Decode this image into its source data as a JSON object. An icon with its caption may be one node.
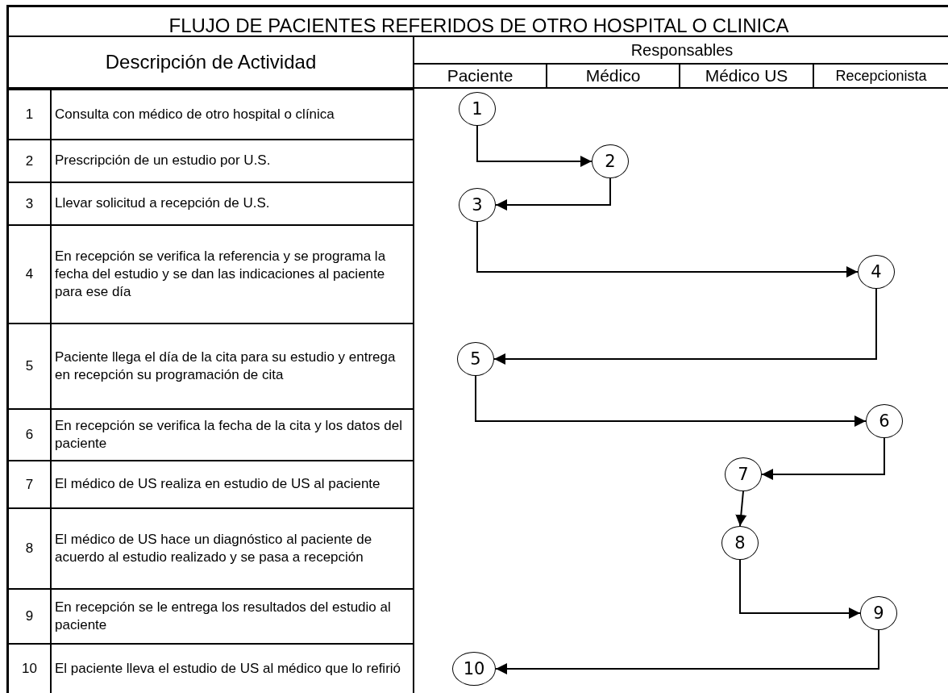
{
  "diagram": {
    "title": "FLUJO DE PACIENTES REFERIDOS DE OTRO HOSPITAL O CLINICA",
    "nodes": [
      {
        "text": [
          "1"
        ]
      },
      {
        "text": [
          "2"
        ]
      },
      {
        "text": [
          "3"
        ]
      },
      {
        "text": [
          "4"
        ]
      },
      {
        "text": [
          "5"
        ]
      },
      {
        "text": [
          "6"
        ]
      },
      {
        "text": [
          "7"
        ]
      },
      {
        "text": [
          "8"
        ]
      },
      {
        "text": [
          "9"
        ]
      },
      {
        "text": [
          "10"
        ]
      }
    ],
    "edges": [
      {
        "from": 0,
        "to": 1,
        "arrow": "to"
      },
      {
        "from": 1,
        "to": 2,
        "arrow": "to"
      },
      {
        "from": 2,
        "to": 3,
        "arrow": "to"
      },
      {
        "from": 3,
        "to": 4,
        "arrow": "to"
      },
      {
        "from": 4,
        "to": 5,
        "arrow": "to"
      },
      {
        "from": 5,
        "to": 6,
        "arrow": "to"
      },
      {
        "from": 6,
        "to": 7,
        "arrow": "to"
      },
      {
        "from": 7,
        "to": 8,
        "arrow": "to"
      },
      {
        "from": 8,
        "to": 9,
        "arrow": "to"
      }
    ],
    "labels": [
      "Descripción de Actividad",
      "Responsables",
      "Paciente",
      "Médico",
      "Médico US",
      "Recepcionista",
      "1",
      "Consulta con médico de otro hospital o clínica",
      "2",
      "Prescripción de un estudio por U.S.",
      "3",
      "Llevar solicitud a recepción de U.S.",
      "4",
      "En recepción se verifica la referencia y se programa la fecha del estudio y se dan las indicaciones al paciente para ese día",
      "5",
      "Paciente llega el día de la cita para su estudio y entrega en recepción su programación de cita",
      "6",
      "En recepción se verifica la fecha de la cita y los datos del paciente",
      "7",
      "El médico de US realiza en estudio de US al paciente",
      "8",
      "El médico de US hace un diagnóstico al paciente de acuerdo al estudio realizado y se pasa a recepción",
      "9",
      "En recepción se le entrega los resultados del estudio al paciente",
      "10",
      "El paciente lleva el estudio de US al médico que lo refirió"
    ]
  }
}
